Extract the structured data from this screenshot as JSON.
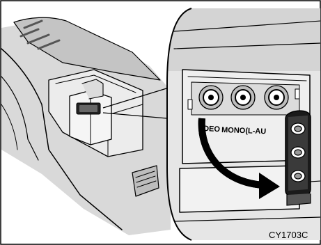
{
  "figure": {
    "jack_labels": {
      "video": "DEO",
      "mono": "MONO(L-AU"
    },
    "figure_code": "CY1703C"
  }
}
